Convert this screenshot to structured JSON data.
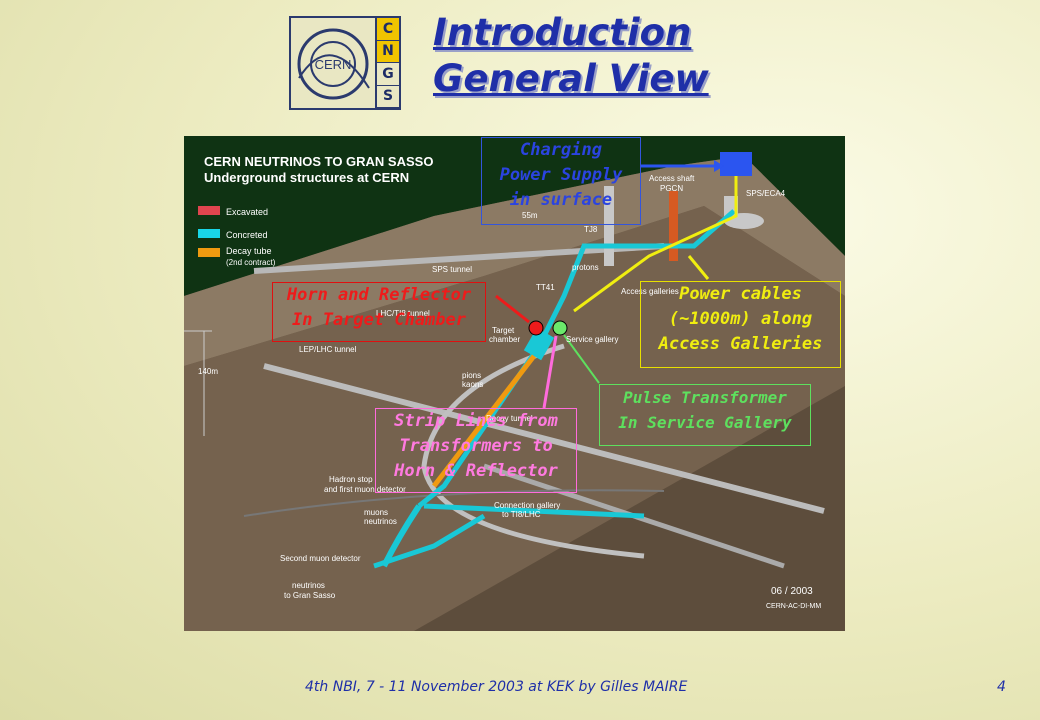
{
  "logo": {
    "text": "CERN",
    "letters": [
      "C",
      "N",
      "G",
      "S"
    ]
  },
  "title": {
    "line1": "Introduction",
    "line2": "General View"
  },
  "figure": {
    "heading1": "CERN NEUTRINOS TO GRAN SASSO",
    "heading2": "Underground structures at CERN",
    "legend": [
      {
        "label": "Excavated",
        "color": "#e0454f"
      },
      {
        "label": "Concreted",
        "color": "#19d6e8"
      },
      {
        "label": "Decay tube",
        "sub": "(2nd contract)",
        "color": "#f09a10"
      }
    ],
    "labels": {
      "access_shaft": "Access shaft",
      "pgcn": "PGCN",
      "sps_eca4": "SPS/ECA4",
      "depth55": "55m",
      "tj8": "TJ8",
      "sps_tunnel": "SPS tunnel",
      "protons": "protons",
      "tt41": "TT41",
      "access_galleries": "Access galleries",
      "lhc_ti8": "LHC/TI8 tunnel",
      "target": "Target",
      "chamber": "chamber",
      "service_gallery": "Service gallery",
      "lep_lhc": "LEP/LHC tunnel",
      "depth140": "140m",
      "pions": "pions",
      "kaons": "kaons",
      "decay_tunnel": "Decay tunnel",
      "hadron_stop": "Hadron stop",
      "first_muon": "and first muon detector",
      "muons": "muons",
      "neutrinos": "neutrinos",
      "connection": "Connection gallery",
      "to_ti8": "to TI8/LHC",
      "second_muon": "Second muon detector",
      "nu_gs1": "neutrinos",
      "nu_gs2": "to Gran Sasso",
      "date": "06 / 2003",
      "credit": "CERN-AC-DI-MM"
    }
  },
  "callouts": {
    "charging": [
      "Charging",
      "Power Supply",
      "in surface"
    ],
    "horn": [
      "Horn and Reflector",
      "In Target Chamber"
    ],
    "power": [
      "Power cables",
      "(~1000m) along",
      "Access Galleries"
    ],
    "pulse": [
      "Pulse Transformer",
      "In Service Gallery"
    ],
    "strip": [
      "Strip Lines from",
      "Transformers to",
      "Horn & Reflector"
    ]
  },
  "colors": {
    "title": "#1f2fa8",
    "horn": "#ee1b1b",
    "power": "#f0ee10",
    "pulse": "#5ee05e",
    "strip": "#ff7ae0",
    "charging": "#2b44e0"
  },
  "footer": "4th NBI, 7 - 11 November 2003 at KEK by Gilles MAIRE",
  "page_number": "4"
}
